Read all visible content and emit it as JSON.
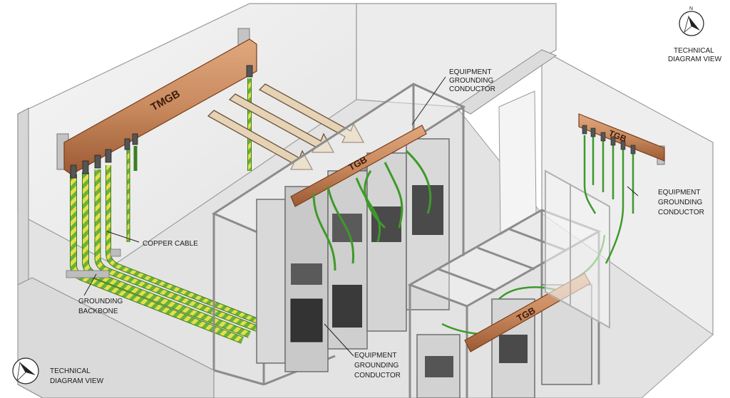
{
  "compass_top": {
    "line1": "TECHNICAL",
    "line2": "DIAGRAM VIEW",
    "north": "N"
  },
  "compass_bottom": {
    "line1": "TECHNICAL",
    "line2": "DIAGRAM VIEW"
  },
  "busbars": {
    "tmgb": "TMGB",
    "tgb_center": "TGB",
    "tgb_right": "TGB",
    "tgb_front": "TGB"
  },
  "callouts": {
    "copper_cable": "COPPER CABLE",
    "grounding_backbone": {
      "line1": "GROUNDING",
      "line2": "BACKBONE"
    },
    "egc_top": {
      "line1": "EQUIPMENT",
      "line2": "GROUNDING",
      "line3": "CONDUCTOR"
    },
    "egc_right": {
      "line1": "EQUIPMENT",
      "line2": "GROUNDING",
      "line3": "CONDUCTOR"
    },
    "egc_bottom": {
      "line1": "EQUIPMENT",
      "line2": "GROUNDING",
      "line3": "CONDUCTOR"
    }
  },
  "colors": {
    "copper": "#c98a5e",
    "copper_dark": "#8a4a26",
    "ground_green": "#6bb23a",
    "ground_yellow": "#e3e04a",
    "wall": "#f1f1f1",
    "floor": "#e4e4e4",
    "rack_frame": "#8c8c8c",
    "arrow_fill": "#e6d2b5"
  }
}
